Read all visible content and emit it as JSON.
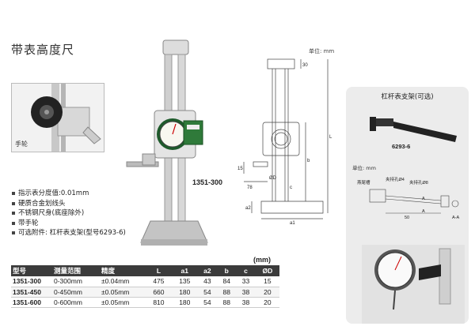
{
  "title": "带表高度尺",
  "inset": {
    "label": "手轮"
  },
  "photo": {
    "model_tag": "1351-300"
  },
  "drawing": {
    "unit": "单位: mm",
    "labels": [
      "30",
      "b",
      "L",
      "15",
      "ØD",
      "78",
      "c",
      "a2",
      "a1"
    ]
  },
  "specs": [
    "指示表分度值:0.01mm",
    "硬质合金划线头",
    "不锈钢尺身(底座除外)",
    "带手轮",
    "可选附件: 杠杆表支架(型号6293-6)"
  ],
  "panel": {
    "title": "杠杆表支架(可选)",
    "code": "6293-6",
    "unit": "单位: mm",
    "labels": [
      "燕尾槽",
      "夹持孔Ø4",
      "夹持孔Ø8",
      "A",
      "A",
      "A-A",
      "50"
    ]
  },
  "table": {
    "unit": "(mm)",
    "headers": [
      "型号",
      "测量范围",
      "精度",
      "L",
      "a1",
      "a2",
      "b",
      "c",
      "ØD"
    ],
    "rows": [
      [
        "1351-300",
        "0-300mm",
        "±0.04mm",
        "475",
        "135",
        "43",
        "84",
        "33",
        "15"
      ],
      [
        "1351-450",
        "0-450mm",
        "±0.05mm",
        "660",
        "180",
        "54",
        "88",
        "38",
        "20"
      ],
      [
        "1351-600",
        "0-600mm",
        "±0.05mm",
        "810",
        "180",
        "54",
        "88",
        "38",
        "20"
      ]
    ]
  }
}
